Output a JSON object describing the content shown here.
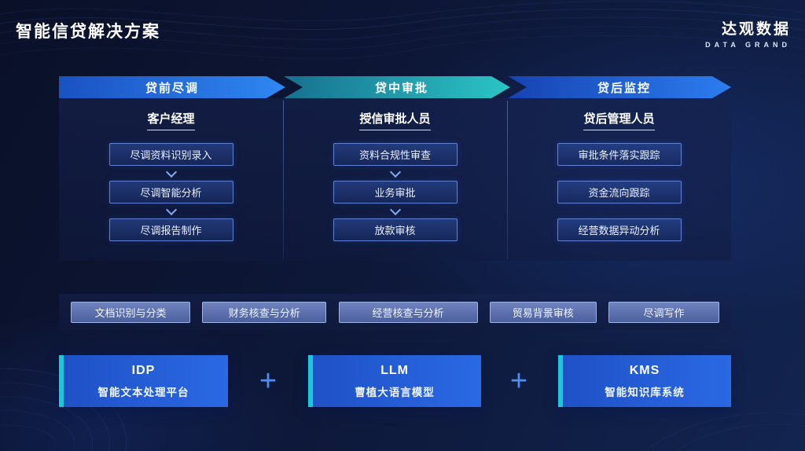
{
  "title": "智能信贷解决方案",
  "logo": {
    "name": "达观数据",
    "subtitle": "DATA GRAND"
  },
  "columns": [
    {
      "stage": "贷前尽调",
      "role": "客户经理",
      "steps": [
        "尽调资料识别录入",
        "尽调智能分析",
        "尽调报告制作"
      ]
    },
    {
      "stage": "贷中审批",
      "role": "授信审批人员",
      "steps": [
        "资料合规性审查",
        "业务审批",
        "放款审核"
      ]
    },
    {
      "stage": "贷后监控",
      "role": "贷后管理人员",
      "steps": [
        "审批条件落实跟踪",
        "资金流向跟踪",
        "经营数据异动分析"
      ]
    }
  ],
  "capabilities": [
    "文档识别与分类",
    "财务核查与分析",
    "经营核查与分析",
    "贸易背景审核",
    "尽调写作"
  ],
  "products": [
    {
      "abbr": "IDP",
      "name": "智能文本处理平台"
    },
    {
      "abbr": "LLM",
      "name": "曹植大语言模型"
    },
    {
      "abbr": "KMS",
      "name": "智能知识库系统"
    }
  ],
  "plus": "+",
  "colors": {
    "bg-deep": "#0a1028",
    "bg-mid": "#0d1737",
    "bg-light": "#122450",
    "stage1-from": "#1a52c2",
    "stage1-to": "#2f87f2",
    "stage2-from": "#17708f",
    "stage2-to": "#2bc5c5",
    "stage3-from": "#1643b2",
    "stage3-to": "#2c7df0",
    "accent-cyan": "#18c9dc",
    "product-from": "#1f50c6",
    "product-to": "#2a69e4",
    "plus-blue": "#4a90f0"
  }
}
